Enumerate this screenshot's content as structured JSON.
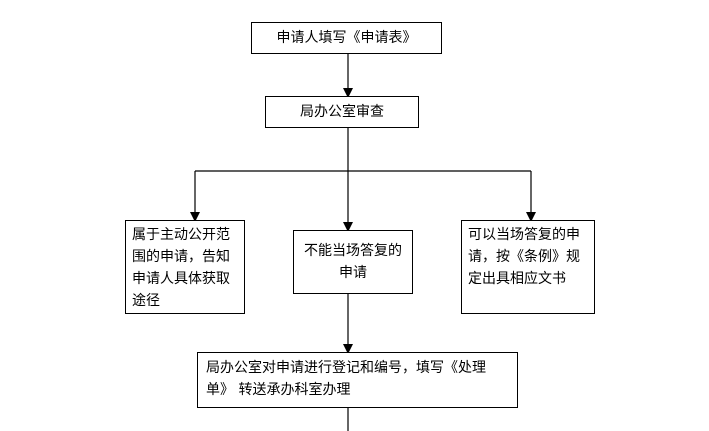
{
  "nodes": {
    "apply": {
      "text": "申请人填写《申请表》"
    },
    "review": {
      "text": "局办公室审查"
    },
    "public": {
      "text": "属于主动公开范围的申请，告知申请人具体获取途径"
    },
    "not_immediate": {
      "text": "不能当场答复的申请"
    },
    "immediate": {
      "text": "可以当场答复的申请，按《条例》规定出具相应文书"
    },
    "register": {
      "text": "局办公室对申请进行登记和编号，填写《处理单》 转送承办科室办理"
    }
  },
  "colors": {
    "line": "#000000",
    "box_border": "#000000",
    "background": "#ffffff"
  }
}
